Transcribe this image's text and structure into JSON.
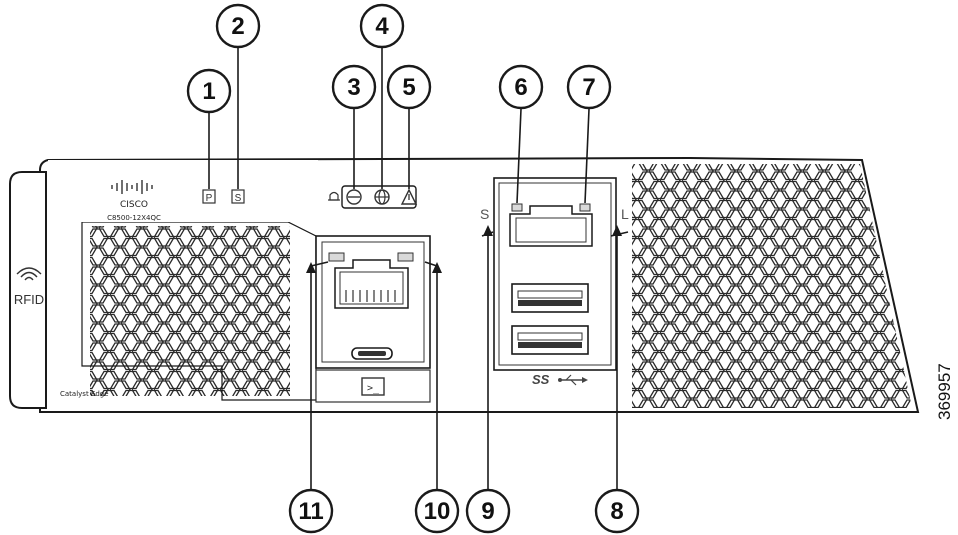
{
  "callouts": [
    {
      "id": "1",
      "label": "1"
    },
    {
      "id": "2",
      "label": "2"
    },
    {
      "id": "3",
      "label": "3"
    },
    {
      "id": "4",
      "label": "4"
    },
    {
      "id": "5",
      "label": "5"
    },
    {
      "id": "6",
      "label": "6"
    },
    {
      "id": "7",
      "label": "7"
    },
    {
      "id": "8",
      "label": "8"
    },
    {
      "id": "9",
      "label": "9"
    },
    {
      "id": "10",
      "label": "10"
    },
    {
      "id": "11",
      "label": "11"
    }
  ],
  "brand": {
    "logo_text": "CISCO",
    "model": "C8500-12X4QC",
    "product": "Catalyst Edge"
  },
  "rfid_label": "RFID",
  "led_labels": {
    "p": "P",
    "s": "S"
  },
  "port_letters": {
    "s": "S",
    "l": "L"
  },
  "usb_label": "SS",
  "console_symbol": ">_",
  "figure_id": "369957",
  "colors": {
    "stroke": "#1a1a1a",
    "panel": "#ffffff",
    "shade": "#d9d9d9",
    "dark": "#333333"
  }
}
